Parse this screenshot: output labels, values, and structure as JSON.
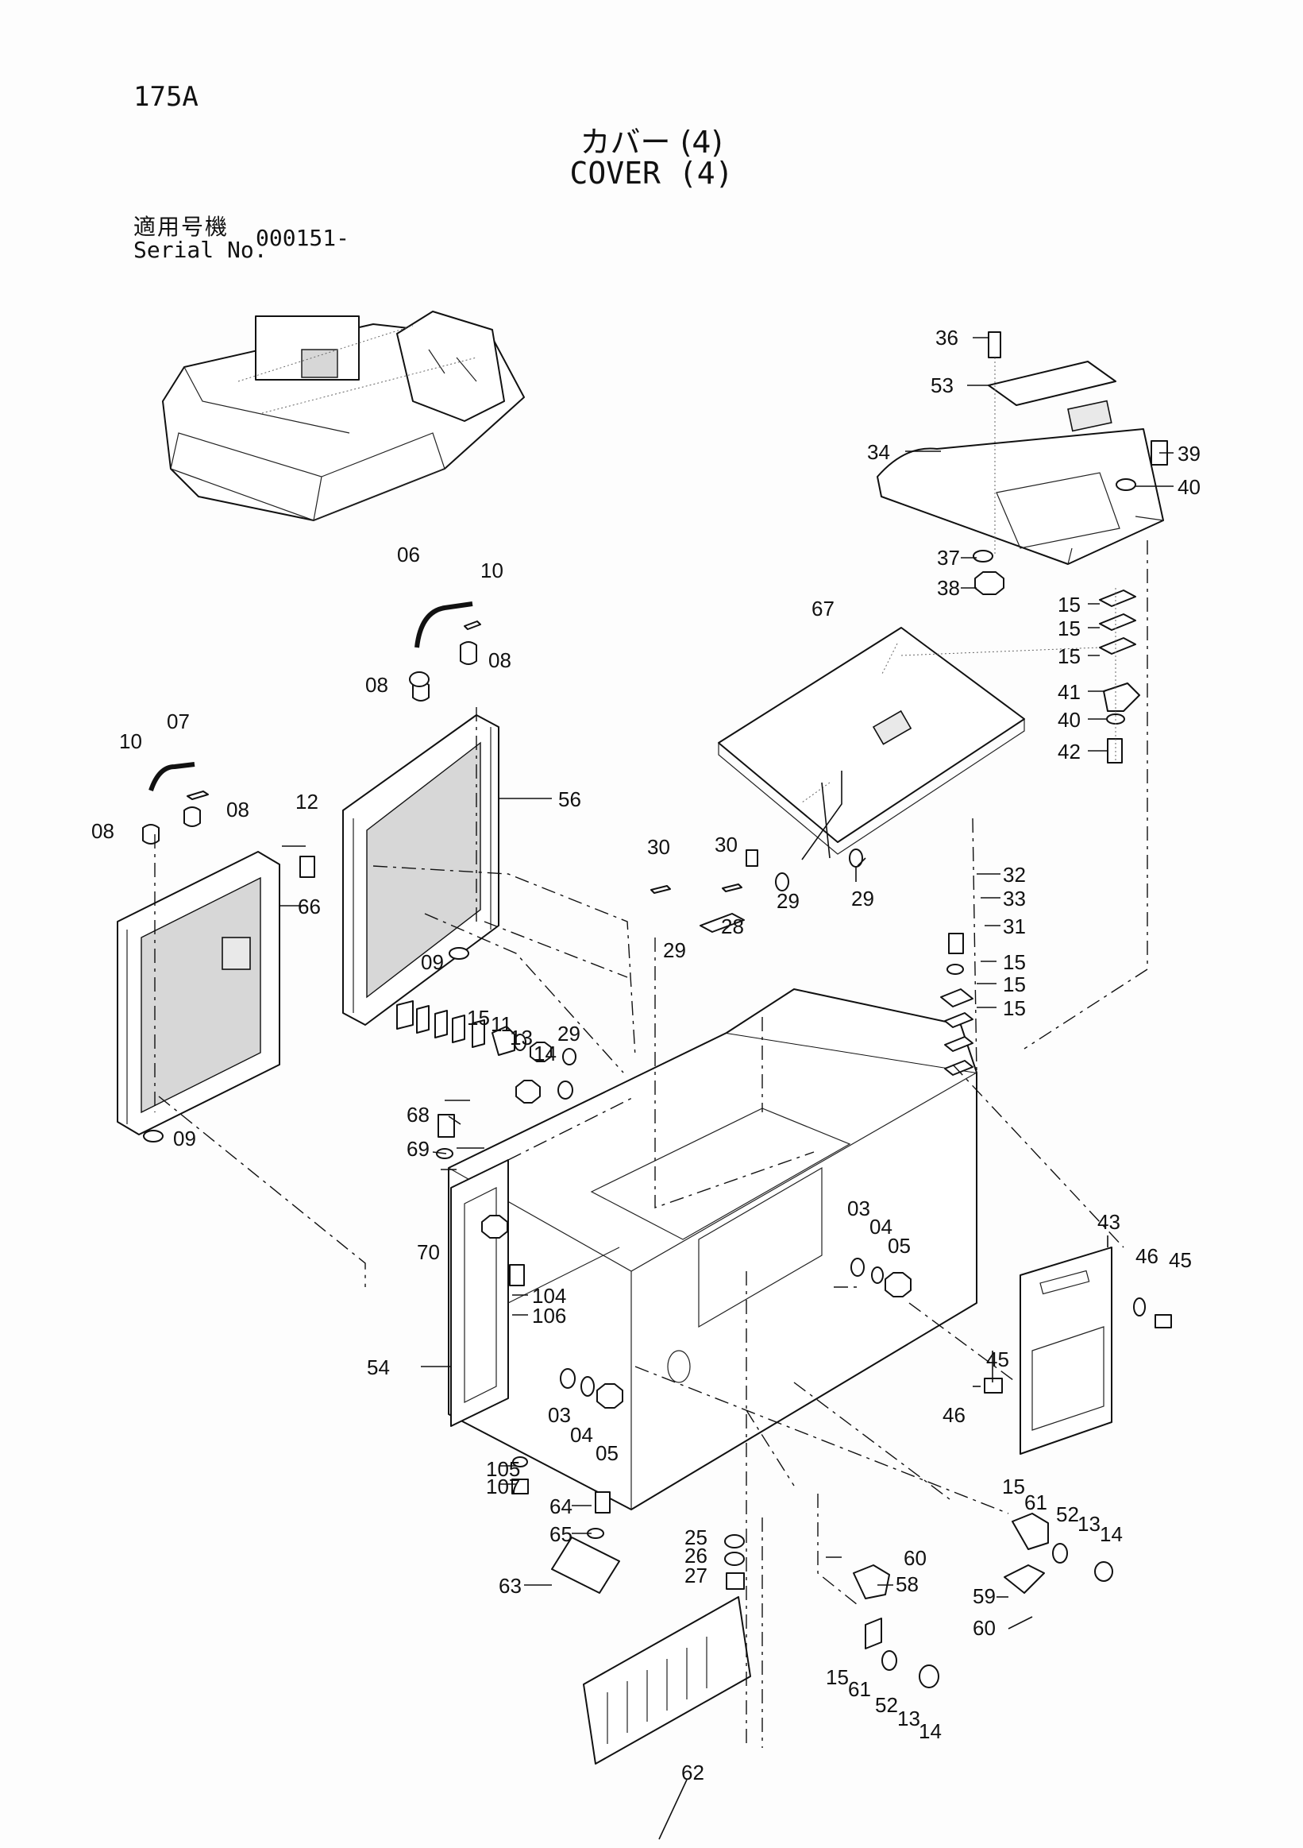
{
  "header": {
    "page_id": "175A",
    "title_jp": "カバー (4)",
    "title_en": "COVER (4)",
    "serial_label_jp": "適用号機",
    "serial_label_en": "Serial No.",
    "serial_value": "000151-"
  },
  "callouts": {
    "p03": "03",
    "p04": "04",
    "p05": "05",
    "p06": "06",
    "p07": "07",
    "p08": "08",
    "p09": "09",
    "p10": "10",
    "p11": "11",
    "p12": "12",
    "p13": "13",
    "p14": "14",
    "p15": "15",
    "p25": "25",
    "p26": "26",
    "p27": "27",
    "p28": "28",
    "p29": "29",
    "p30": "30",
    "p31": "31",
    "p32": "32",
    "p33": "33",
    "p34": "34",
    "p36": "36",
    "p37": "37",
    "p38": "38",
    "p39": "39",
    "p40": "40",
    "p41": "41",
    "p42": "42",
    "p43": "43",
    "p45": "45",
    "p46": "46",
    "p52": "52",
    "p53": "53",
    "p54": "54",
    "p56": "56",
    "p58": "58",
    "p59": "59",
    "p60": "60",
    "p61": "61",
    "p62": "62",
    "p63": "63",
    "p64": "64",
    "p65": "65",
    "p66": "66",
    "p67": "67",
    "p68": "68",
    "p69": "69",
    "p70": "70",
    "p104": "104",
    "p105": "105",
    "p106": "106",
    "p107": "107"
  }
}
